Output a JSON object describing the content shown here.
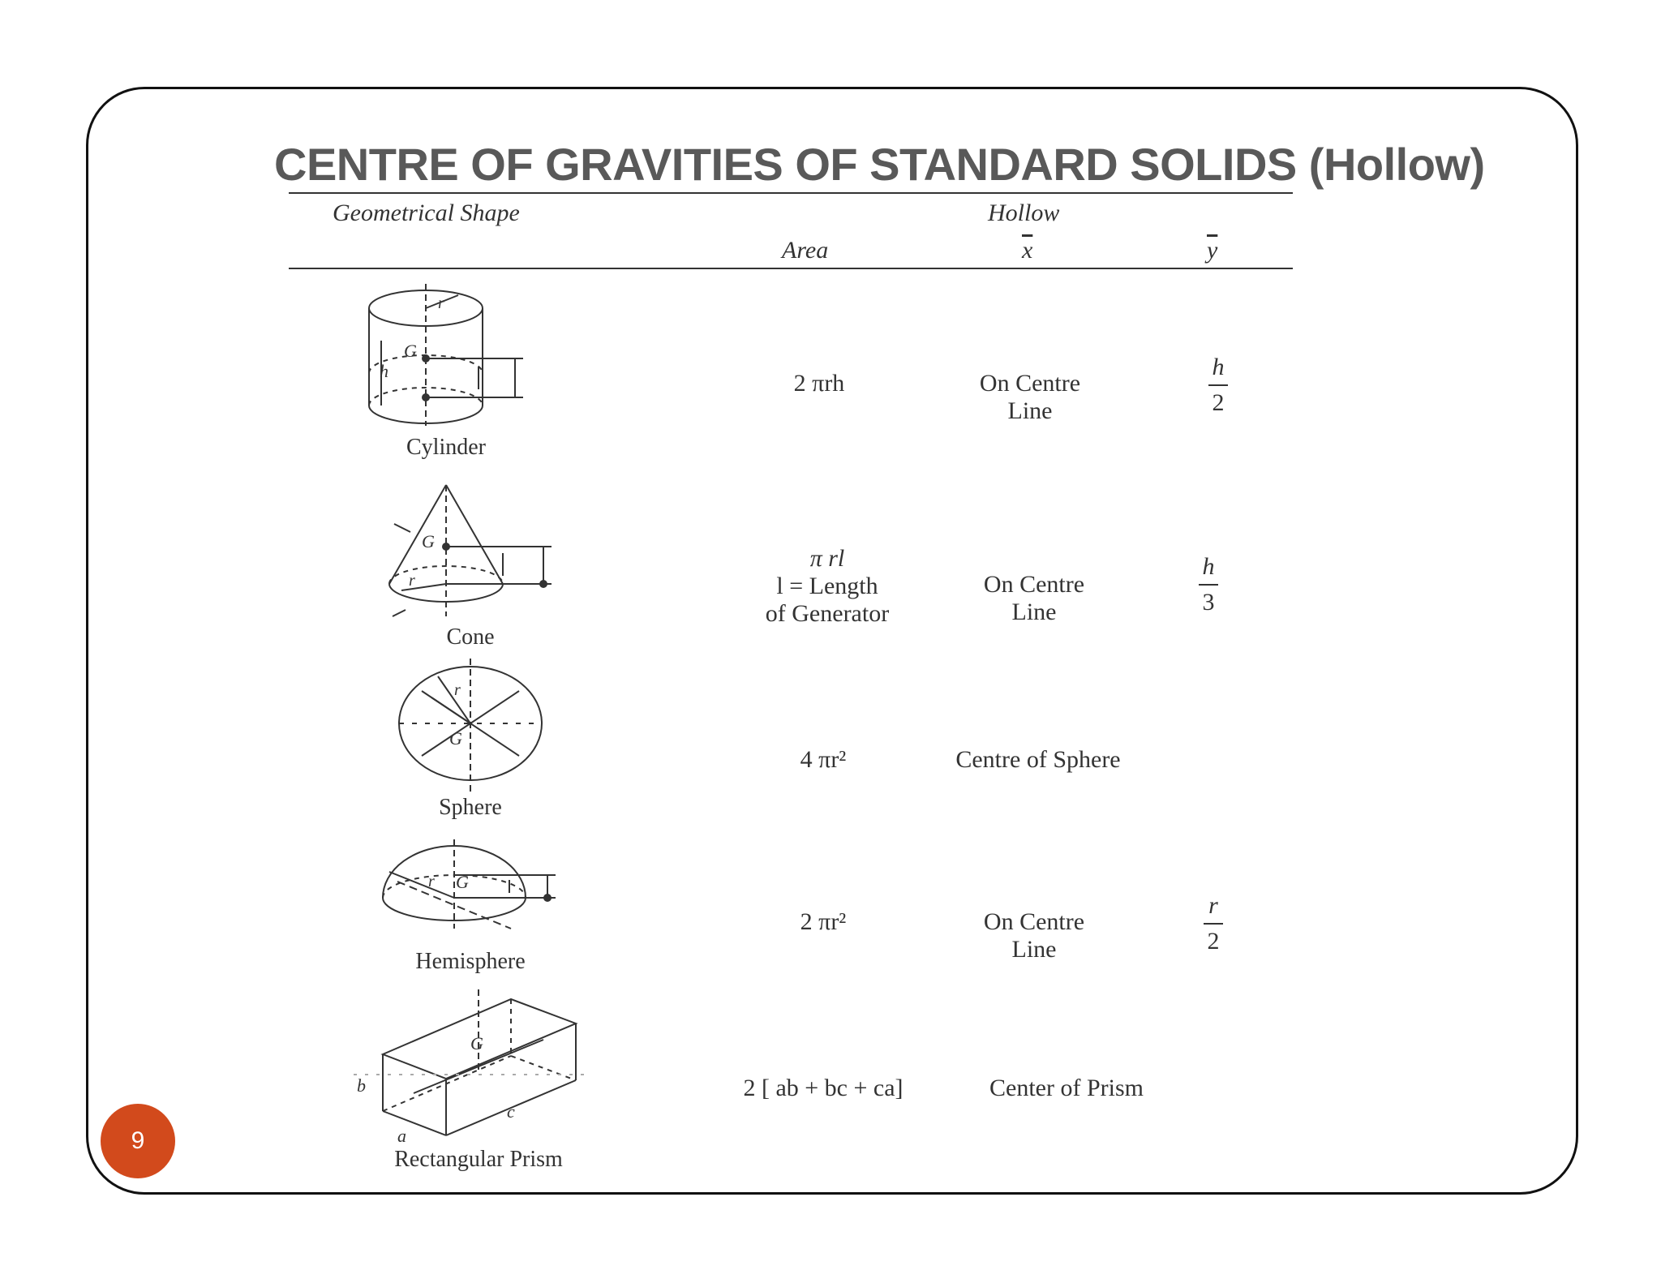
{
  "title": "CENTRE OF GRAVITIES OF STANDARD SOLIDS (Hollow)",
  "table": {
    "headers": {
      "shape": "Geometrical Shape",
      "group": "Hollow",
      "area": "Area",
      "x": "x",
      "y": "y"
    },
    "rows": [
      {
        "shape": "Cylinder",
        "area": "2 πrh",
        "x_lines": [
          "On Centre",
          "Line"
        ],
        "y": {
          "num": "h",
          "den": "2"
        },
        "icon": "cylinder-icon"
      },
      {
        "shape": "Cone",
        "area_lines": [
          "π rl",
          "l = Length",
          "of Generator"
        ],
        "x_lines": [
          "On Centre",
          "Line"
        ],
        "y": {
          "num": "h",
          "den": "3"
        },
        "icon": "cone-icon"
      },
      {
        "shape": "Sphere",
        "area": "4 πr²",
        "x_lines": [
          "Centre of Sphere"
        ],
        "icon": "sphere-icon"
      },
      {
        "shape": "Hemisphere",
        "area": "2 πr²",
        "x_lines": [
          "On Centre",
          "Line"
        ],
        "y": {
          "num": "r",
          "den": "2"
        },
        "icon": "hemisphere-icon"
      },
      {
        "shape": "Rectangular Prism",
        "area": "2 [ ab + bc + ca]",
        "x_lines": [
          "Center of Prism"
        ],
        "icon": "rectangular-prism-icon"
      }
    ]
  },
  "figure_labels": {
    "radius": "r",
    "height": "h",
    "centroid": "G",
    "side_a": "a",
    "side_b": "b",
    "side_c": "c"
  },
  "page_number": "9",
  "colors": {
    "title": "#595959",
    "badge": "#d24a1c",
    "text": "#333333"
  }
}
